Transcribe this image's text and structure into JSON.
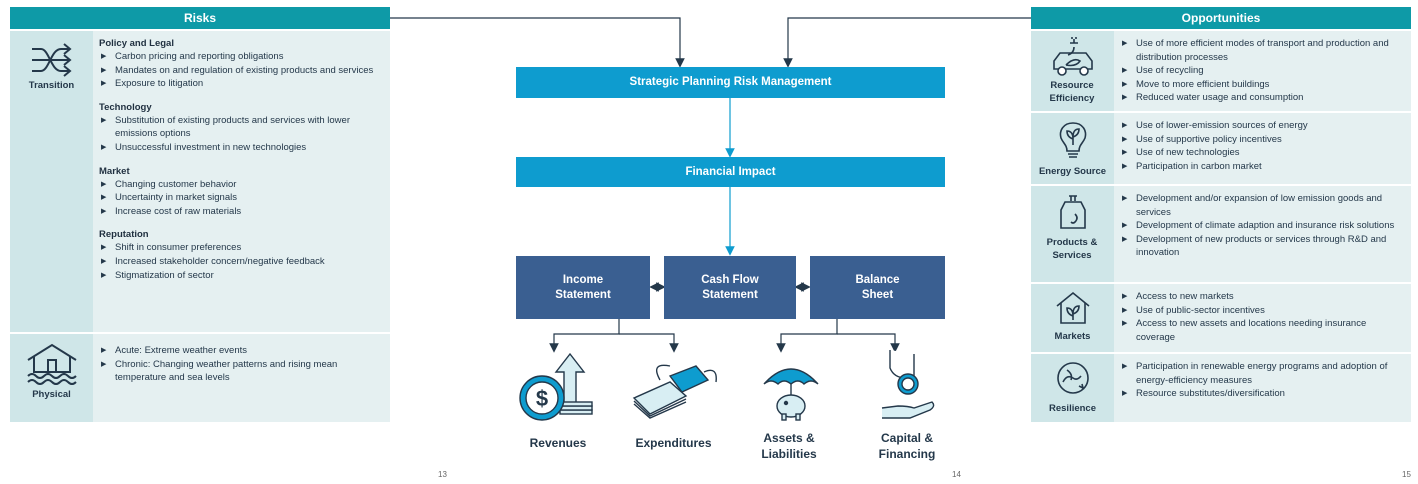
{
  "risks": {
    "header": "Risks",
    "transition": {
      "label": "Transition",
      "icon": "shuffle-arrows-icon",
      "categories": [
        {
          "title": "Policy and Legal",
          "items": [
            "Carbon pricing and reporting obligations",
            "Mandates on and regulation of existing products and services",
            "Exposure to litigation"
          ]
        },
        {
          "title": "Technology",
          "items": [
            "Substitution of existing products and services with lower emissions options",
            "Unsuccessful investment in new technologies"
          ]
        },
        {
          "title": "Market",
          "items": [
            "Changing customer behavior",
            "Uncertainty in market signals",
            "Increase cost of raw materials"
          ]
        },
        {
          "title": "Reputation",
          "items": [
            "Shift in consumer preferences",
            "Increased stakeholder concern/negative feedback",
            "Stigmatization of sector"
          ]
        }
      ]
    },
    "physical": {
      "label": "Physical",
      "icon": "flooded-house-icon",
      "items": [
        "Acute: Extreme weather events",
        "Chronic: Changing weather patterns and rising mean temperature and sea levels"
      ]
    }
  },
  "flow": {
    "strategic": "Strategic Planning Risk Management",
    "financial": "Financial Impact",
    "income": "Income Statement",
    "cashflow": "Cash Flow Statement",
    "balance": "Balance Sheet",
    "revenues": "Revenues",
    "expenditures": "Expenditures",
    "assets": "Assets & Liabilities",
    "capital": "Capital & Financing"
  },
  "opportunities": {
    "header": "Opportunities",
    "rows": [
      {
        "label": "Resource Efficiency",
        "icon": "electric-car-icon",
        "items": [
          "Use of more efficient modes of transport and production and distribution processes",
          "Use of recycling",
          "Move to more efficient buildings",
          "Reduced water usage and consumption"
        ]
      },
      {
        "label": "Energy Source",
        "icon": "leaf-bulb-icon",
        "items": [
          "Use of lower-emission sources of energy",
          "Use of supportive policy incentives",
          "Use of new technologies",
          "Participation in carbon market"
        ]
      },
      {
        "label": "Products & Services",
        "icon": "price-tag-icon",
        "items": [
          "Development and/or expansion of low emission goods and services",
          "Development of climate adaption and insurance risk solutions",
          "Development of new products or services through R&D and innovation"
        ]
      },
      {
        "label": "Markets",
        "icon": "house-leaf-icon",
        "items": [
          "Access to new markets",
          "Use of public-sector incentives",
          "Access to new assets and locations needing insurance coverage"
        ]
      },
      {
        "label": "Resilience",
        "icon": "recycle-globe-icon",
        "items": [
          "Participation in renewable energy programs and adoption of energy-efficiency measures",
          "Resource substitutes/diversification"
        ]
      }
    ]
  },
  "pages": {
    "left": "13",
    "middle": "14",
    "right": "15"
  },
  "colors": {
    "teal": "#0e9aa7",
    "cyan": "#0e9ccf",
    "navy": "#3a5f91",
    "label_bg": "#cfe6e8",
    "content_bg": "#e5f0f1"
  }
}
